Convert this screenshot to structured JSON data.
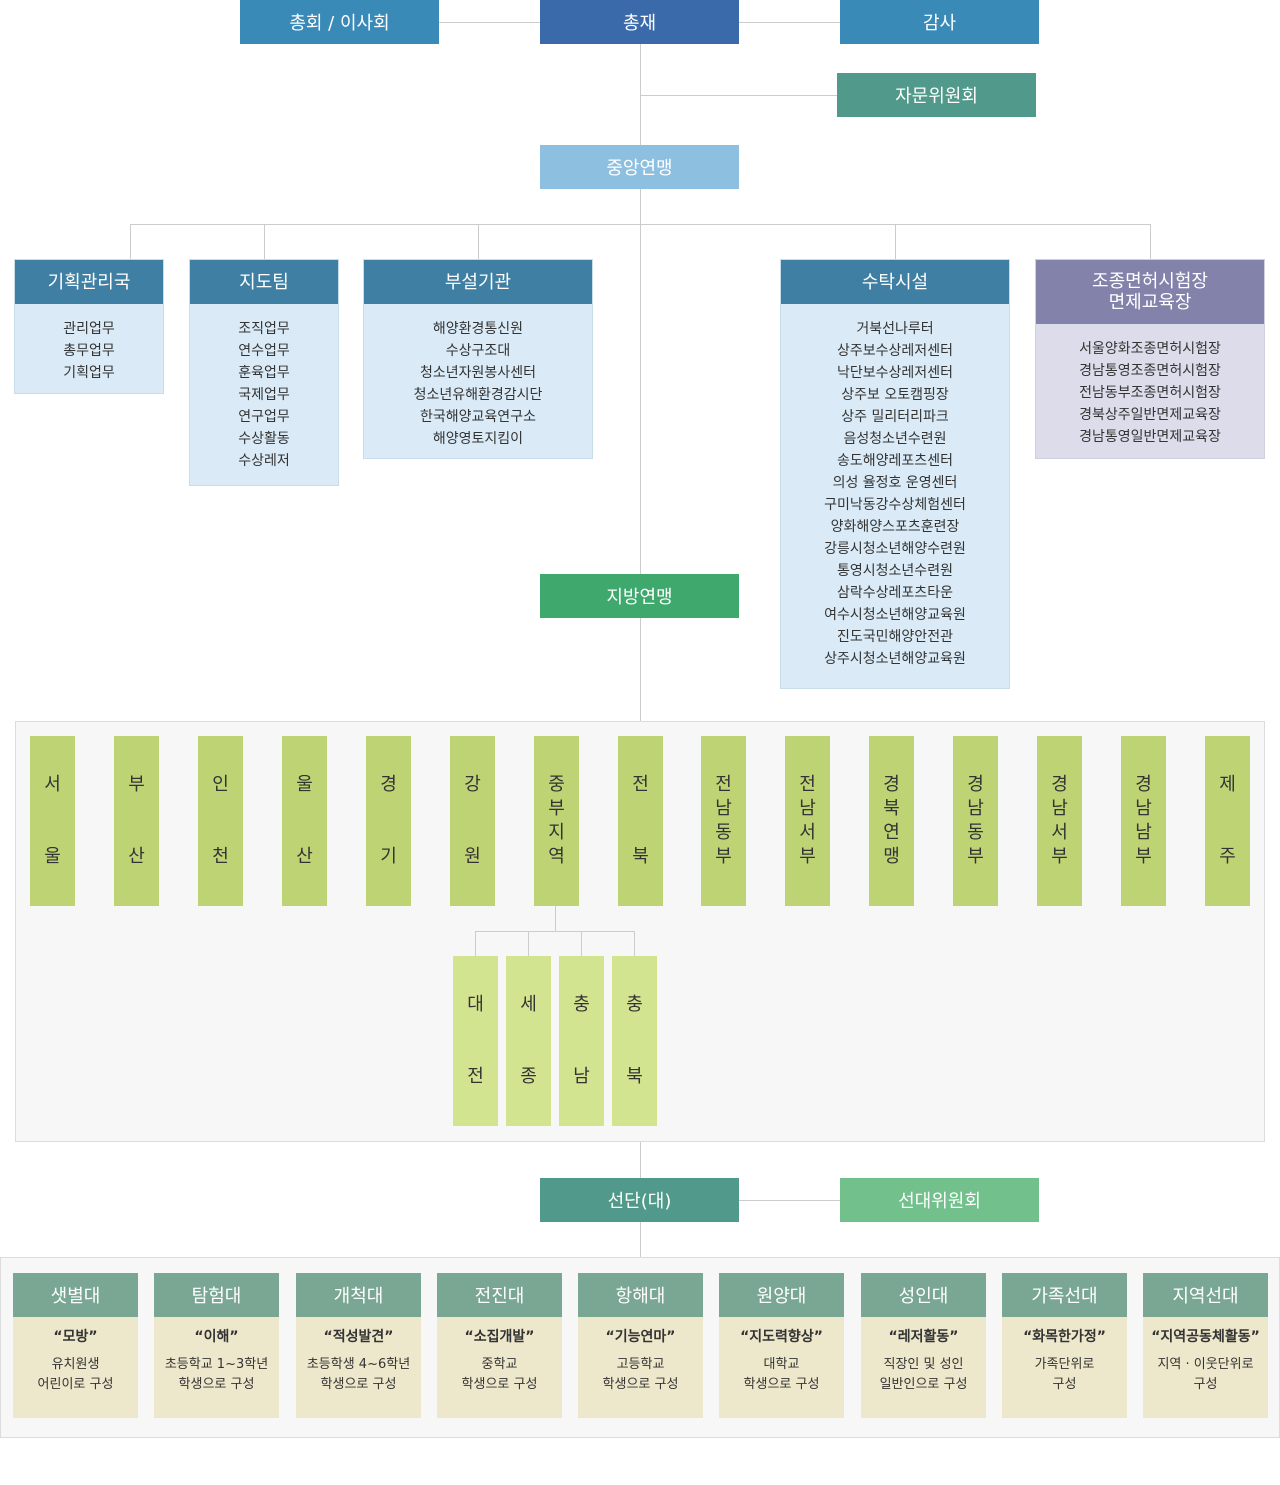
{
  "top": {
    "general_meeting": "총회 / 이사회",
    "president": "총재",
    "audit": "감사",
    "advisory": "자문위원회",
    "central": "중앙연맹",
    "local": "지방연맹",
    "troop_unit": "선단(대)",
    "troop_committee": "선대위원회"
  },
  "departments": [
    {
      "title": "기획관리국",
      "items": [
        "관리업무",
        "총무업무",
        "기획업무"
      ]
    },
    {
      "title": "지도팀",
      "items": [
        "조직업무",
        "연수업무",
        "훈육업무",
        "국제업무",
        "연구업무",
        "수상활동",
        "수상레저"
      ]
    },
    {
      "title": "부설기관",
      "items": [
        "해양환경통신원",
        "수상구조대",
        "청소년자원봉사센터",
        "청소년유해환경감시단",
        "한국해양교육연구소",
        "해양영토지킴이"
      ]
    },
    {
      "title": "수탁시설",
      "items": [
        "거북선나루터",
        "상주보수상레저센터",
        "낙단보수상레저센터",
        "상주보 오토캠핑장",
        "상주 밀리터리파크",
        "음성청소년수련원",
        "송도해양레포츠센터",
        "의성 율정호 운영센터",
        "구미낙동강수상체험센터",
        "양화해양스포츠훈련장",
        "강릉시청소년해양수련원",
        "통영시청소년수련원",
        "삼락수상레포츠타운",
        "여수시청소년해양교육원",
        "진도국민해양안전관",
        "상주시청소년해양교육원"
      ]
    },
    {
      "title_line1": "조종면허시험장",
      "title_line2": "면제교육장",
      "items": [
        "서울양화조종면허시험장",
        "경남통영조종면허시험장",
        "전남동부조종면허시험장",
        "경북상주일반면제교육장",
        "경남통영일반면제교육장"
      ]
    }
  ],
  "regions": [
    {
      "chars": [
        "서",
        "울"
      ]
    },
    {
      "chars": [
        "부",
        "산"
      ]
    },
    {
      "chars": [
        "인",
        "천"
      ]
    },
    {
      "chars": [
        "울",
        "산"
      ]
    },
    {
      "chars": [
        "경",
        "기"
      ]
    },
    {
      "chars": [
        "강",
        "원"
      ]
    },
    {
      "chars": [
        "중",
        "부",
        "지",
        "역"
      ]
    },
    {
      "chars": [
        "전",
        "북"
      ]
    },
    {
      "chars": [
        "전",
        "남",
        "동",
        "부"
      ]
    },
    {
      "chars": [
        "전",
        "남",
        "서",
        "부"
      ]
    },
    {
      "chars": [
        "경",
        "북",
        "연",
        "맹"
      ]
    },
    {
      "chars": [
        "경",
        "남",
        "동",
        "부"
      ]
    },
    {
      "chars": [
        "경",
        "남",
        "서",
        "부"
      ]
    },
    {
      "chars": [
        "경",
        "남",
        "남",
        "부"
      ]
    },
    {
      "chars": [
        "제",
        "주"
      ]
    }
  ],
  "sub_regions": [
    {
      "chars": [
        "대",
        "전"
      ]
    },
    {
      "chars": [
        "세",
        "종"
      ]
    },
    {
      "chars": [
        "충",
        "남"
      ]
    },
    {
      "chars": [
        "충",
        "북"
      ]
    }
  ],
  "troops": [
    {
      "name": "샛별대",
      "motto": "“모방”",
      "desc1": "유치원생",
      "desc2": "어린이로 구성"
    },
    {
      "name": "탐험대",
      "motto": "“이해”",
      "desc1": "초등학교 1~3학년",
      "desc2": "학생으로 구성"
    },
    {
      "name": "개척대",
      "motto": "“적성발견”",
      "desc1": "초등학생 4~6학년",
      "desc2": "학생으로 구성"
    },
    {
      "name": "전진대",
      "motto": "“소집개발”",
      "desc1": "중학교",
      "desc2": "학생으로 구성"
    },
    {
      "name": "항해대",
      "motto": "“기능연마”",
      "desc1": "고등학교",
      "desc2": "학생으로 구성"
    },
    {
      "name": "원양대",
      "motto": "“지도력향상”",
      "desc1": "대학교",
      "desc2": "학생으로 구성"
    },
    {
      "name": "성인대",
      "motto": "“레저활동”",
      "desc1": "직장인 및 성인",
      "desc2": "일반인으로 구성"
    },
    {
      "name": "가족선대",
      "motto": "“화목한가정”",
      "desc1": "가족단위로",
      "desc2": "구성"
    },
    {
      "name": "지역선대",
      "motto": "“지역공동체활동”",
      "desc1": "지역 · 이웃단위로",
      "desc2": "구성"
    }
  ],
  "colors": {
    "top_blue": "#3a8ab8",
    "president": "#3a6aaa",
    "advisory": "#519a8b",
    "central": "#8dc0e0",
    "dept_header": "#3f7fa3",
    "dept_body": "#daebf7",
    "exam_header": "#8282aa",
    "exam_body": "#dcdceb",
    "local": "#3fa96d",
    "region": "#bed374",
    "sub_region": "#d3e490",
    "troop_unit": "#519a8b",
    "troop_committee": "#72c18c",
    "troop_header": "#7aa793",
    "troop_body": "#ede7cb"
  }
}
